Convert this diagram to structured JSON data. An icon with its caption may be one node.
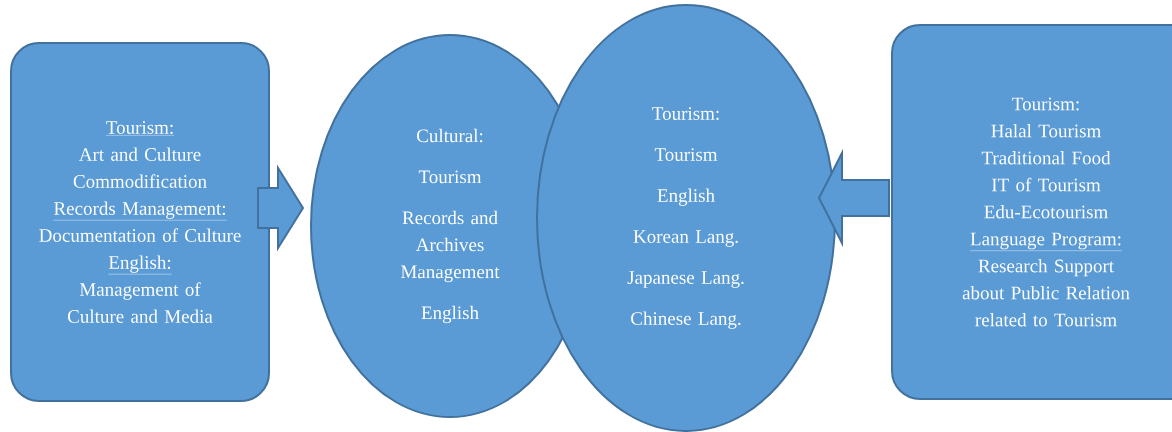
{
  "diagram": {
    "nodes": [
      {
        "text": [
          "Tourism:",
          "Art and Culture Commodification",
          "Records Management:",
          "Documentation of Culture",
          "English:",
          "Management of Culture and Media"
        ]
      },
      {
        "text": [
          "Cultural:",
          "Tourism",
          "Records and Archives Management",
          "English"
        ]
      },
      {
        "text": [
          "Tourism:",
          "Tourism",
          "English",
          "Korean Lang.",
          "Japanese Lang.",
          "Chinese Lang."
        ]
      },
      {
        "text": [
          "Tourism:",
          "Halal Tourism",
          "Traditional Food",
          "IT of Tourism",
          "Edu-Ecotourism",
          "Language Program:",
          "Research Support about Public Relation related to Tourism"
        ]
      }
    ],
    "edges": [
      {
        "from": 0,
        "to": 1,
        "arrow": "to"
      },
      {
        "from": 3,
        "to": 2,
        "arrow": "to"
      }
    ]
  }
}
